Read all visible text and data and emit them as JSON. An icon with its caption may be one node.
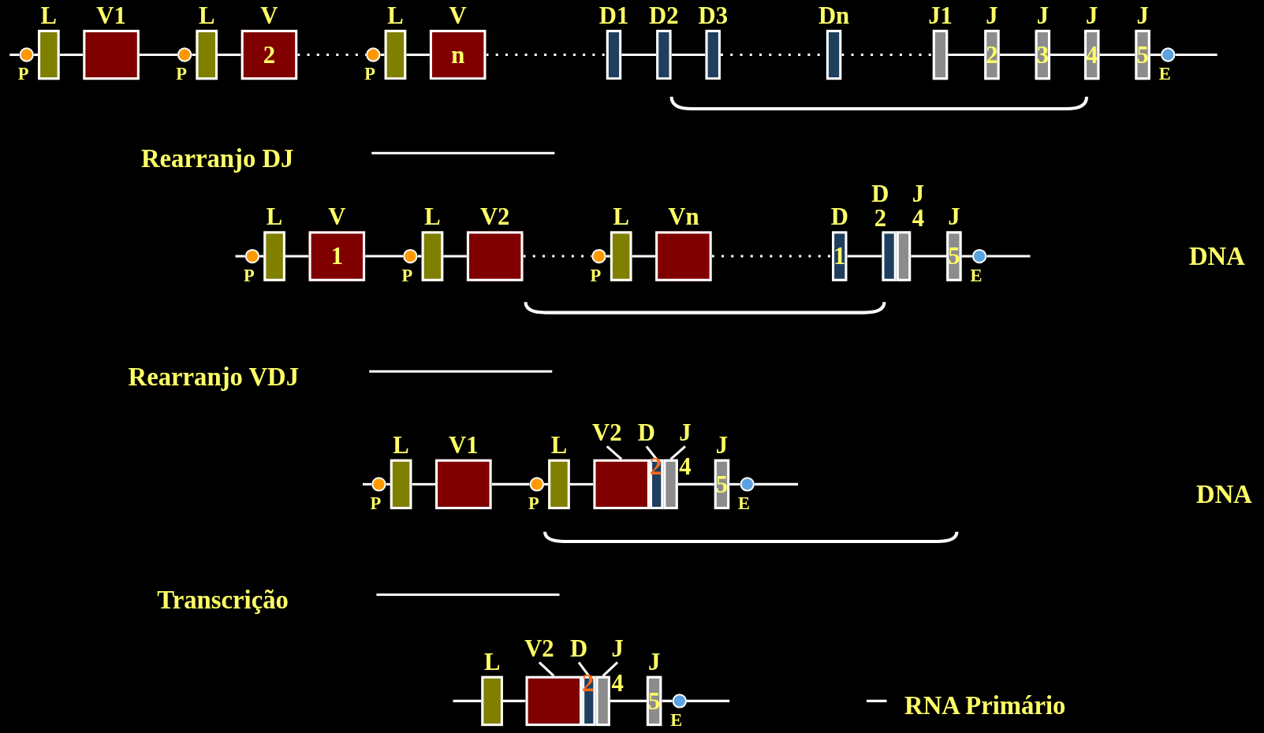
{
  "diagram": {
    "nodes": [
      {
        "text": [
          "P"
        ]
      },
      {
        "text": [
          "L"
        ]
      },
      {
        "text": [
          "V1"
        ]
      },
      {
        "text": [
          "P"
        ]
      },
      {
        "text": [
          "L"
        ]
      },
      {
        "text": [
          "V",
          "2"
        ]
      },
      {
        "text": [
          "P"
        ]
      },
      {
        "text": [
          "L"
        ]
      },
      {
        "text": [
          "V",
          "n"
        ]
      },
      {
        "text": [
          "D1"
        ]
      },
      {
        "text": [
          "D2"
        ]
      },
      {
        "text": [
          "D3"
        ]
      },
      {
        "text": [
          "Dn"
        ]
      },
      {
        "text": [
          "J1"
        ]
      },
      {
        "text": [
          "J",
          "2"
        ]
      },
      {
        "text": [
          "J",
          "3"
        ]
      },
      {
        "text": [
          "J",
          "4"
        ]
      },
      {
        "text": [
          "J",
          "5"
        ]
      },
      {
        "text": [
          "E"
        ]
      },
      {
        "text": [
          "P"
        ]
      },
      {
        "text": [
          "L"
        ]
      },
      {
        "text": [
          "V",
          "1"
        ]
      },
      {
        "text": [
          "P"
        ]
      },
      {
        "text": [
          "L"
        ]
      },
      {
        "text": [
          "V2"
        ]
      },
      {
        "text": [
          "P"
        ]
      },
      {
        "text": [
          "L"
        ]
      },
      {
        "text": [
          "Vn"
        ]
      },
      {
        "text": [
          "D",
          "1"
        ]
      },
      {
        "text": [
          "D",
          "2"
        ]
      },
      {
        "text": [
          "J",
          "4"
        ]
      },
      {
        "text": [
          "J",
          "5"
        ]
      },
      {
        "text": [
          "E"
        ]
      },
      {
        "text": [
          "P"
        ]
      },
      {
        "text": [
          "L"
        ]
      },
      {
        "text": [
          "V1"
        ]
      },
      {
        "text": [
          "P"
        ]
      },
      {
        "text": [
          "L"
        ]
      },
      {
        "text": [
          "V2"
        ]
      },
      {
        "text": [
          "D"
        ]
      },
      {
        "text": [
          "J"
        ]
      },
      {
        "text": [],
        "shape": "box"
      },
      {
        "text": [
          "2"
        ]
      },
      {
        "text": [
          "4"
        ]
      },
      {
        "text": [
          "J",
          "5"
        ]
      },
      {
        "text": [
          "E"
        ]
      },
      {
        "text": [
          "L"
        ]
      },
      {
        "text": [
          "V2"
        ]
      },
      {
        "text": [
          "D"
        ]
      },
      {
        "text": [
          "J"
        ]
      },
      {
        "text": [],
        "shape": "box"
      },
      {
        "text": [
          "2"
        ]
      },
      {
        "text": [
          "4"
        ]
      },
      {
        "text": [
          "J",
          "5"
        ]
      },
      {
        "text": [
          "E"
        ]
      }
    ],
    "edges": [
      {
        "from": 38,
        "to": 41,
        "arrow": "none"
      },
      {
        "from": 39,
        "to": 42,
        "arrow": "none"
      },
      {
        "from": 40,
        "to": 43,
        "arrow": "none"
      },
      {
        "from": 47,
        "to": 50,
        "arrow": "none"
      },
      {
        "from": 48,
        "to": 51,
        "arrow": "none"
      },
      {
        "from": 49,
        "to": 52,
        "arrow": "none"
      },
      {
        "from": null,
        "to": 0,
        "arrow": "none"
      },
      {
        "from": 0,
        "to": 1,
        "arrow": "none"
      },
      {
        "from": 1,
        "to": 2,
        "arrow": "none"
      },
      {
        "from": 2,
        "to": 3,
        "arrow": "none"
      },
      {
        "from": 3,
        "to": 4,
        "arrow": "none"
      },
      {
        "from": 4,
        "to": 5,
        "arrow": "none"
      },
      {
        "from": 5,
        "to": 6,
        "arrow": "none",
        "style": "dashed"
      },
      {
        "from": 6,
        "to": 7,
        "arrow": "none"
      },
      {
        "from": 7,
        "to": 8,
        "arrow": "none"
      },
      {
        "from": 8,
        "to": 9,
        "arrow": "none",
        "style": "dashed"
      },
      {
        "from": 9,
        "to": 10,
        "arrow": "none"
      },
      {
        "from": 10,
        "to": 11,
        "arrow": "none"
      },
      {
        "from": 11,
        "to": 12,
        "arrow": "none",
        "style": "dashed"
      },
      {
        "from": 12,
        "to": 13,
        "arrow": "none",
        "style": "dashed"
      },
      {
        "from": 13,
        "to": 14,
        "arrow": "none"
      },
      {
        "from": 14,
        "to": 15,
        "arrow": "none"
      },
      {
        "from": 15,
        "to": 16,
        "arrow": "none"
      },
      {
        "from": 16,
        "to": 17,
        "arrow": "none"
      },
      {
        "from": 17,
        "to": 18,
        "arrow": "none"
      },
      {
        "from": 18,
        "to": null,
        "arrow": "none"
      },
      {
        "from": null,
        "to": 19,
        "arrow": "none"
      },
      {
        "from": 19,
        "to": 20,
        "arrow": "none"
      },
      {
        "from": 20,
        "to": 21,
        "arrow": "none"
      },
      {
        "from": 21,
        "to": 22,
        "arrow": "none"
      },
      {
        "from": 22,
        "to": 23,
        "arrow": "none"
      },
      {
        "from": 23,
        "to": 24,
        "arrow": "none"
      },
      {
        "from": 24,
        "to": 25,
        "arrow": "none",
        "style": "dashed"
      },
      {
        "from": 25,
        "to": 26,
        "arrow": "none"
      },
      {
        "from": 26,
        "to": 27,
        "arrow": "none"
      },
      {
        "from": 27,
        "to": 28,
        "arrow": "none",
        "style": "dashed"
      },
      {
        "from": 28,
        "to": 29,
        "arrow": "none"
      },
      {
        "from": 30,
        "to": 31,
        "arrow": "none"
      },
      {
        "from": 31,
        "to": 32,
        "arrow": "none"
      },
      {
        "from": 32,
        "to": null,
        "arrow": "none"
      },
      {
        "from": null,
        "to": 33,
        "arrow": "none"
      },
      {
        "from": 33,
        "to": 34,
        "arrow": "none"
      },
      {
        "from": 34,
        "to": 35,
        "arrow": "none"
      },
      {
        "from": 35,
        "to": 36,
        "arrow": "none"
      },
      {
        "from": 36,
        "to": 37,
        "arrow": "none"
      },
      {
        "from": 37,
        "to": 41,
        "arrow": "none"
      },
      {
        "from": 43,
        "to": 44,
        "arrow": "none"
      },
      {
        "from": 44,
        "to": 45,
        "arrow": "none"
      },
      {
        "from": 45,
        "to": null,
        "arrow": "none"
      },
      {
        "from": null,
        "to": 46,
        "arrow": "none"
      },
      {
        "from": 46,
        "to": 50,
        "arrow": "none"
      },
      {
        "from": 52,
        "to": 53,
        "arrow": "none"
      },
      {
        "from": 53,
        "to": 54,
        "arrow": "none"
      },
      {
        "from": 54,
        "to": null,
        "arrow": "none"
      }
    ],
    "labels": [
      "Rearranjo DJ",
      "DNA",
      "Rearranjo VDJ",
      "DNA",
      "Transcrição",
      "RNA Primário"
    ]
  }
}
